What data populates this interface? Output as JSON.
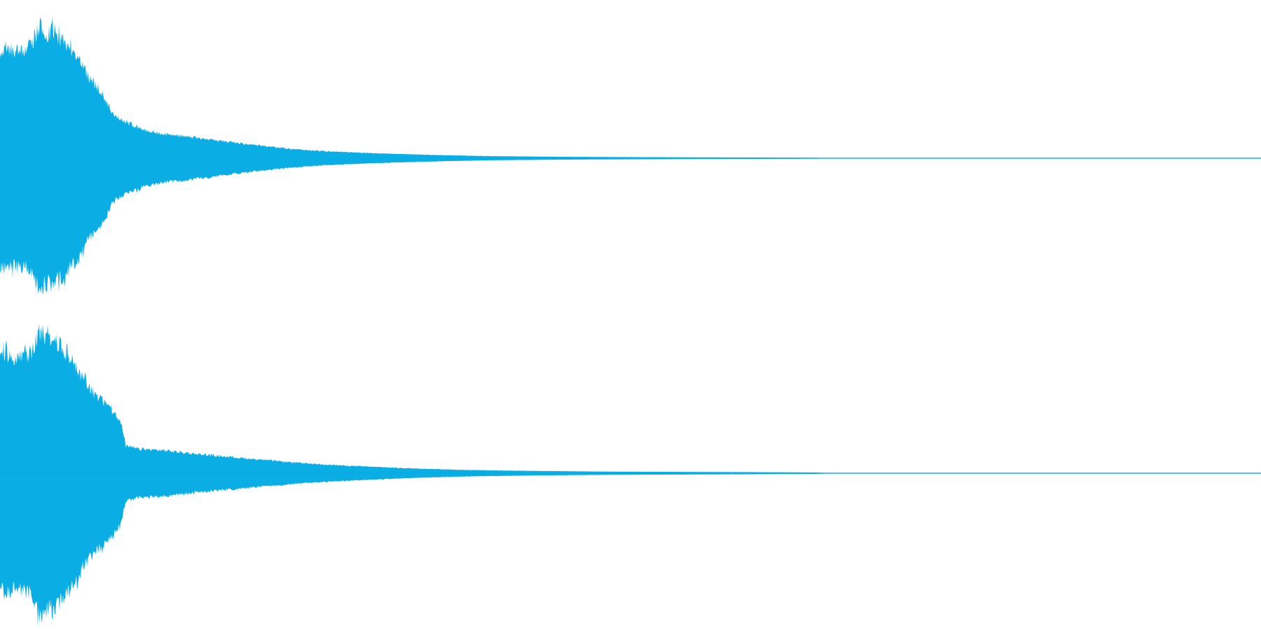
{
  "waveform": {
    "color": "#0aade4",
    "background": "#ffffff",
    "channel_count": 2,
    "channels": [
      {
        "name": "",
        "envelope": [
          [
            0.0,
            0.8
          ],
          [
            0.006,
            0.82
          ],
          [
            0.012,
            0.79
          ],
          [
            0.02,
            0.81
          ],
          [
            0.026,
            0.84
          ],
          [
            0.03,
            0.96
          ],
          [
            0.033,
            0.98
          ],
          [
            0.036,
            0.92
          ],
          [
            0.042,
            0.95
          ],
          [
            0.047,
            0.9
          ],
          [
            0.052,
            0.86
          ],
          [
            0.056,
            0.82
          ],
          [
            0.06,
            0.78
          ],
          [
            0.066,
            0.68
          ],
          [
            0.072,
            0.58
          ],
          [
            0.08,
            0.5
          ],
          [
            0.086,
            0.4
          ],
          [
            0.09,
            0.32
          ],
          [
            0.097,
            0.28
          ],
          [
            0.105,
            0.25
          ],
          [
            0.115,
            0.21
          ],
          [
            0.13,
            0.18
          ],
          [
            0.15,
            0.16
          ],
          [
            0.175,
            0.13
          ],
          [
            0.2,
            0.1
          ],
          [
            0.23,
            0.07
          ],
          [
            0.26,
            0.05
          ],
          [
            0.3,
            0.035
          ],
          [
            0.35,
            0.022
          ],
          [
            0.39,
            0.015
          ],
          [
            0.45,
            0.01
          ],
          [
            0.5,
            0.008
          ],
          [
            0.56,
            0.006
          ],
          [
            0.6,
            0.005
          ],
          [
            0.645,
            0.004
          ],
          [
            0.66,
            0.002
          ],
          [
            1.0,
            0.002
          ]
        ]
      },
      {
        "name": "",
        "envelope": [
          [
            0.0,
            0.82
          ],
          [
            0.006,
            0.84
          ],
          [
            0.012,
            0.8
          ],
          [
            0.02,
            0.82
          ],
          [
            0.026,
            0.86
          ],
          [
            0.03,
            0.98
          ],
          [
            0.033,
            1.0
          ],
          [
            0.036,
            0.93
          ],
          [
            0.042,
            0.96
          ],
          [
            0.047,
            0.9
          ],
          [
            0.052,
            0.85
          ],
          [
            0.056,
            0.8
          ],
          [
            0.06,
            0.76
          ],
          [
            0.066,
            0.66
          ],
          [
            0.072,
            0.58
          ],
          [
            0.08,
            0.52
          ],
          [
            0.088,
            0.45
          ],
          [
            0.095,
            0.38
          ],
          [
            0.1,
            0.19
          ],
          [
            0.11,
            0.17
          ],
          [
            0.13,
            0.16
          ],
          [
            0.15,
            0.14
          ],
          [
            0.175,
            0.12
          ],
          [
            0.2,
            0.1
          ],
          [
            0.24,
            0.07
          ],
          [
            0.28,
            0.05
          ],
          [
            0.32,
            0.035
          ],
          [
            0.37,
            0.022
          ],
          [
            0.42,
            0.016
          ],
          [
            0.48,
            0.011
          ],
          [
            0.54,
            0.009
          ],
          [
            0.6,
            0.007
          ],
          [
            0.645,
            0.005
          ],
          [
            0.66,
            0.002
          ],
          [
            1.0,
            0.002
          ]
        ]
      }
    ]
  }
}
